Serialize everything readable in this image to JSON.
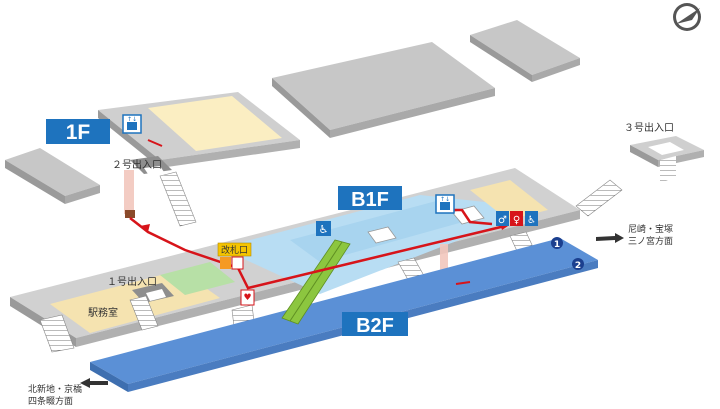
{
  "floors": {
    "f1": "1F",
    "b1f": "B1F",
    "b2f": "B2F"
  },
  "exits": {
    "exit1": "１号出入口",
    "exit2": "２号出入口",
    "exit3": "３号出入口"
  },
  "facilities": {
    "ticket_gate": "改札口",
    "station_office": "駅務室"
  },
  "platforms": {
    "track1": "1",
    "track2": "2"
  },
  "directions": {
    "east_line1": "尼崎・宝塚",
    "east_line2": "三ノ宮方面",
    "west_line1": "北新地・京橋",
    "west_line2": "四条畷方面"
  },
  "icons": [
    "compass-icon",
    "elevator-icon",
    "wheelchair-icon",
    "restroom-icon",
    "aed-icon",
    "fire-extinguisher-icon",
    "escalator-icon",
    "stairs-icon"
  ],
  "colors": {
    "floor_tag": "#1e73be",
    "route": "#d7141a",
    "platform_b2f": "#5b90d6",
    "concourse_b1f": "#b8ddf3",
    "escalator": "#8cc63f",
    "gate_tag": "#f5c400",
    "track_badge": "#1b3f8f"
  }
}
